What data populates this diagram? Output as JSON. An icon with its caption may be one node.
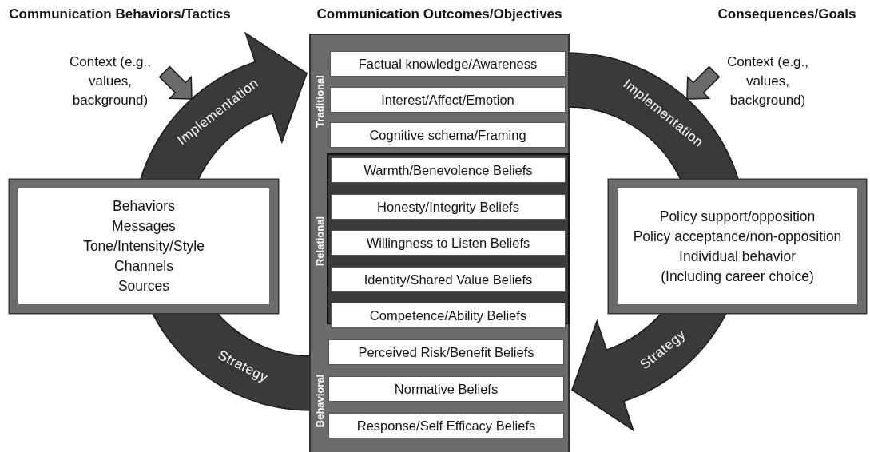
{
  "diagram": {
    "nodes": [
      {
        "text": [
          "Behaviors",
          "Messages",
          "Tone/Intensity/Style",
          "Channels",
          "Sources"
        ]
      },
      {
        "text": [
          "Traditional",
          "Relational",
          "Behavioral"
        ]
      },
      {
        "text": [
          "Factual knowledge/Awareness"
        ],
        "in": 1
      },
      {
        "text": [
          "Interest/Affect/Emotion"
        ],
        "in": 1
      },
      {
        "text": [
          "Cognitive schema/Framing"
        ],
        "in": 1
      },
      {
        "text": [],
        "shape": "box",
        "in": 1
      },
      {
        "text": [
          "Warmth/Benevolence Beliefs"
        ],
        "in": 5
      },
      {
        "text": [
          "Honesty/Integrity Beliefs"
        ],
        "in": 5
      },
      {
        "text": [
          "Willingness to Listen Beliefs"
        ],
        "in": 5
      },
      {
        "text": [
          "Identity/Shared Value Beliefs"
        ],
        "in": 5
      },
      {
        "text": [
          "Competence/Ability Beliefs"
        ],
        "in": 5
      },
      {
        "text": [
          "Perceived Risk/Benefit Beliefs"
        ],
        "in": 1
      },
      {
        "text": [
          "Normative Beliefs"
        ],
        "in": 1
      },
      {
        "text": [
          "Response/Self Efficacy Beliefs"
        ],
        "in": 1
      },
      {
        "text": [
          "Policy support/opposition",
          "Policy acceptance/non-opposition",
          "Individual behavior",
          "(Including career choice)"
        ]
      },
      {
        "text": [
          "Context (e.g., values, background)"
        ]
      },
      {
        "text": [
          "Context (e.g., values, background)"
        ]
      }
    ],
    "edges": [
      {
        "from": 0,
        "to": 1,
        "arrow": "to",
        "label": "Implementation"
      },
      {
        "from": 1,
        "to": 14,
        "arrow": "none",
        "label": "Implementation"
      },
      {
        "from": 14,
        "to": 1,
        "arrow": "to",
        "label": "Strategy"
      },
      {
        "from": 1,
        "to": 0,
        "arrow": "none",
        "label": "Strategy"
      },
      {
        "from": 15,
        "to": null,
        "arrow": "to",
        "color": "#6b6b6b"
      },
      {
        "from": 16,
        "to": null,
        "arrow": "to",
        "color": "#6b6b6b"
      }
    ],
    "labels": [
      "Communication Behaviors/Tactics",
      "Communication Outcomes/Objectives",
      "Consequences/Goals"
    ]
  }
}
